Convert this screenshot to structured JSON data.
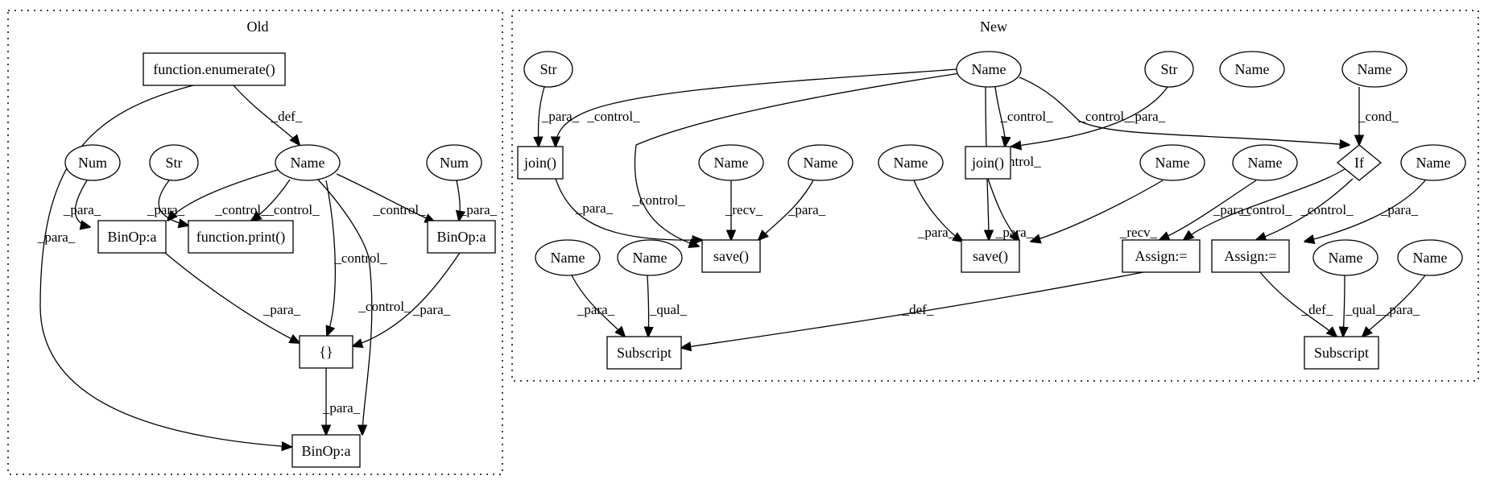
{
  "clusters": [
    {
      "id": "old",
      "label": "Old"
    },
    {
      "id": "new",
      "label": "New"
    }
  ],
  "nodes": [
    {
      "id": "o_enum",
      "label": "function.enumerate()",
      "shape": "box"
    },
    {
      "id": "o_num1",
      "label": "Num",
      "shape": "ellipse"
    },
    {
      "id": "o_str",
      "label": "Str",
      "shape": "ellipse"
    },
    {
      "id": "o_name",
      "label": "Name",
      "shape": "ellipse"
    },
    {
      "id": "o_num2",
      "label": "Num",
      "shape": "ellipse"
    },
    {
      "id": "o_binop1",
      "label": "BinOp:a",
      "shape": "box"
    },
    {
      "id": "o_print",
      "label": "function.print()",
      "shape": "box"
    },
    {
      "id": "o_binop2",
      "label": "BinOp:a",
      "shape": "box"
    },
    {
      "id": "o_dict",
      "label": "{}",
      "shape": "box"
    },
    {
      "id": "o_binop3",
      "label": "BinOp:a",
      "shape": "box"
    },
    {
      "id": "n_str1",
      "label": "Str",
      "shape": "ellipse"
    },
    {
      "id": "n_name_top",
      "label": "Name",
      "shape": "ellipse"
    },
    {
      "id": "n_str2",
      "label": "Str",
      "shape": "ellipse"
    },
    {
      "id": "n_name_iso",
      "label": "Name",
      "shape": "ellipse"
    },
    {
      "id": "n_name_cond",
      "label": "Name",
      "shape": "ellipse"
    },
    {
      "id": "n_join1",
      "label": "join()",
      "shape": "box"
    },
    {
      "id": "n_name_recv1",
      "label": "Name",
      "shape": "ellipse"
    },
    {
      "id": "n_name_para1",
      "label": "Name",
      "shape": "ellipse"
    },
    {
      "id": "n_name_para2",
      "label": "Name",
      "shape": "ellipse"
    },
    {
      "id": "n_join2",
      "label": "join()",
      "shape": "box"
    },
    {
      "id": "n_name_recv2",
      "label": "Name",
      "shape": "ellipse"
    },
    {
      "id": "n_name_assign1",
      "label": "Name",
      "shape": "ellipse"
    },
    {
      "id": "n_if",
      "label": "If",
      "shape": "diamond"
    },
    {
      "id": "n_name_assign2",
      "label": "Name",
      "shape": "ellipse"
    },
    {
      "id": "n_save1",
      "label": "save()",
      "shape": "box"
    },
    {
      "id": "n_save2",
      "label": "save()",
      "shape": "box"
    },
    {
      "id": "n_assign1",
      "label": "Assign:=",
      "shape": "box"
    },
    {
      "id": "n_assign2",
      "label": "Assign:=",
      "shape": "box"
    },
    {
      "id": "n_name_sub1p",
      "label": "Name",
      "shape": "ellipse"
    },
    {
      "id": "n_name_sub1q",
      "label": "Name",
      "shape": "ellipse"
    },
    {
      "id": "n_name_sub2q",
      "label": "Name",
      "shape": "ellipse"
    },
    {
      "id": "n_name_sub2p",
      "label": "Name",
      "shape": "ellipse"
    },
    {
      "id": "n_sub1",
      "label": "Subscript",
      "shape": "box"
    },
    {
      "id": "n_sub2",
      "label": "Subscript",
      "shape": "box"
    }
  ],
  "edges": [
    {
      "from": "o_enum",
      "to": "o_name",
      "label": "_def_"
    },
    {
      "from": "o_enum",
      "to": "o_binop3",
      "label": "_para_"
    },
    {
      "from": "o_num1",
      "to": "o_binop1",
      "label": "_para_"
    },
    {
      "from": "o_str",
      "to": "o_print",
      "label": "_para_"
    },
    {
      "from": "o_name",
      "to": "o_binop1",
      "label": "_control_"
    },
    {
      "from": "o_name",
      "to": "o_print",
      "label": "_control_"
    },
    {
      "from": "o_name",
      "to": "o_binop2",
      "label": "_control_"
    },
    {
      "from": "o_name",
      "to": "o_dict",
      "label": "_control_"
    },
    {
      "from": "o_name",
      "to": "o_binop3",
      "label": "_control_"
    },
    {
      "from": "o_num2",
      "to": "o_binop2",
      "label": "_para_"
    },
    {
      "from": "o_binop1",
      "to": "o_dict",
      "label": "_para_"
    },
    {
      "from": "o_binop2",
      "to": "o_dict",
      "label": "_para_"
    },
    {
      "from": "o_dict",
      "to": "o_binop3",
      "label": "_para_"
    },
    {
      "from": "n_str1",
      "to": "n_join1",
      "label": "_para_"
    },
    {
      "from": "n_name_top",
      "to": "n_join1",
      "label": "_control_"
    },
    {
      "from": "n_name_top",
      "to": "n_save1",
      "label": "_control_"
    },
    {
      "from": "n_name_top",
      "to": "n_join2",
      "label": "_control_"
    },
    {
      "from": "n_name_top",
      "to": "n_save2",
      "label": "_control_"
    },
    {
      "from": "n_name_top",
      "to": "n_if",
      "label": "_control_"
    },
    {
      "from": "n_str2",
      "to": "n_join2",
      "label": "_para_"
    },
    {
      "from": "n_name_cond",
      "to": "n_if",
      "label": "_cond_"
    },
    {
      "from": "n_join1",
      "to": "n_save1",
      "label": "_para_"
    },
    {
      "from": "n_name_recv1",
      "to": "n_save1",
      "label": "_recv_"
    },
    {
      "from": "n_name_para1",
      "to": "n_save1",
      "label": "_para_"
    },
    {
      "from": "n_name_para2",
      "to": "n_save2",
      "label": "_para_"
    },
    {
      "from": "n_join2",
      "to": "n_save2",
      "label": "_para_"
    },
    {
      "from": "n_name_recv2",
      "to": "n_save2",
      "label": "_recv_"
    },
    {
      "from": "n_name_assign1",
      "to": "n_assign1",
      "label": "_para_"
    },
    {
      "from": "n_if",
      "to": "n_assign1",
      "label": "_control_"
    },
    {
      "from": "n_if",
      "to": "n_assign2",
      "label": "_control_"
    },
    {
      "from": "n_name_assign2",
      "to": "n_assign2",
      "label": "_para_"
    },
    {
      "from": "n_assign1",
      "to": "n_sub1",
      "label": "_def_"
    },
    {
      "from": "n_name_sub1p",
      "to": "n_sub1",
      "label": "_para_"
    },
    {
      "from": "n_name_sub1q",
      "to": "n_sub1",
      "label": "_qual_"
    },
    {
      "from": "n_assign2",
      "to": "n_sub2",
      "label": "_def_"
    },
    {
      "from": "n_name_sub2q",
      "to": "n_sub2",
      "label": "_qual_"
    },
    {
      "from": "n_name_sub2p",
      "to": "n_sub2",
      "label": "_para_"
    }
  ]
}
